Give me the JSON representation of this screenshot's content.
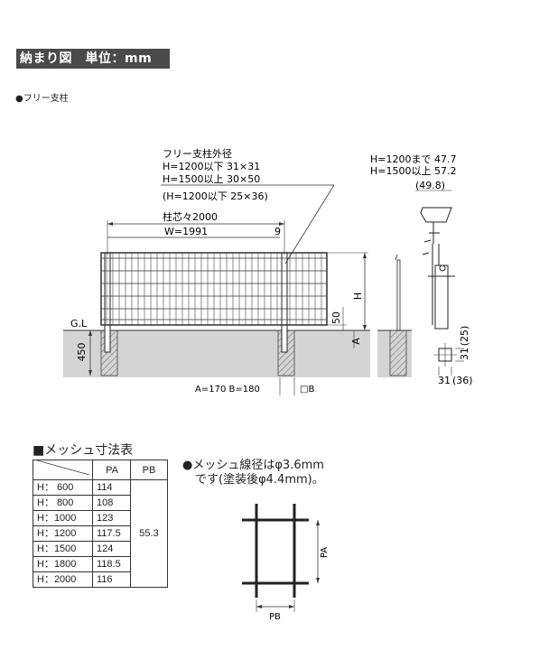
{
  "header": {
    "title": "納まり図　単位：mm"
  },
  "subtitle": "●フリー支柱",
  "elevation": {
    "post_label_1": "フリー支柱外径",
    "post_label_2": "H=1200以下 31×31",
    "post_label_3": "H=1500以上 30×50",
    "post_label_4": "(H=1200以下 25×36)",
    "center_label": "柱芯々2000",
    "width_label": "W=1991",
    "width_side": "9",
    "gl_label": "G.L",
    "h_label": "H",
    "dim_50": "50",
    "dim_a": "A",
    "dim_450": "450",
    "ab_label": "A=170  B=180",
    "b_label": "□B"
  },
  "side": {
    "line1": "H=1200まで  47.7",
    "line2": "H=1500以上  57.2",
    "line3": "(49.8)",
    "dim_31": "31",
    "dim_25": "(25)",
    "dim_31b": "31",
    "dim_36": "(36)"
  },
  "mesh_table": {
    "title": "■メッシュ寸法表",
    "headers": [
      "",
      "PA",
      "PB"
    ],
    "pb_value": "55.3",
    "rows": [
      {
        "h": "H：  600",
        "pa": "114"
      },
      {
        "h": "H：  800",
        "pa": "108"
      },
      {
        "h": "H：1000",
        "pa": "123"
      },
      {
        "h": "H：1200",
        "pa": "117.5"
      },
      {
        "h": "H：1500",
        "pa": "124"
      },
      {
        "h": "H：1800",
        "pa": "118.5"
      },
      {
        "h": "H：2000",
        "pa": "116"
      }
    ]
  },
  "mesh_note": {
    "line1": "●メッシュ線径はφ3.6mm",
    "line2": "です(塗装後φ4.4mm)。"
  },
  "mesh_detail": {
    "pa": "PA",
    "pb": "PB"
  }
}
